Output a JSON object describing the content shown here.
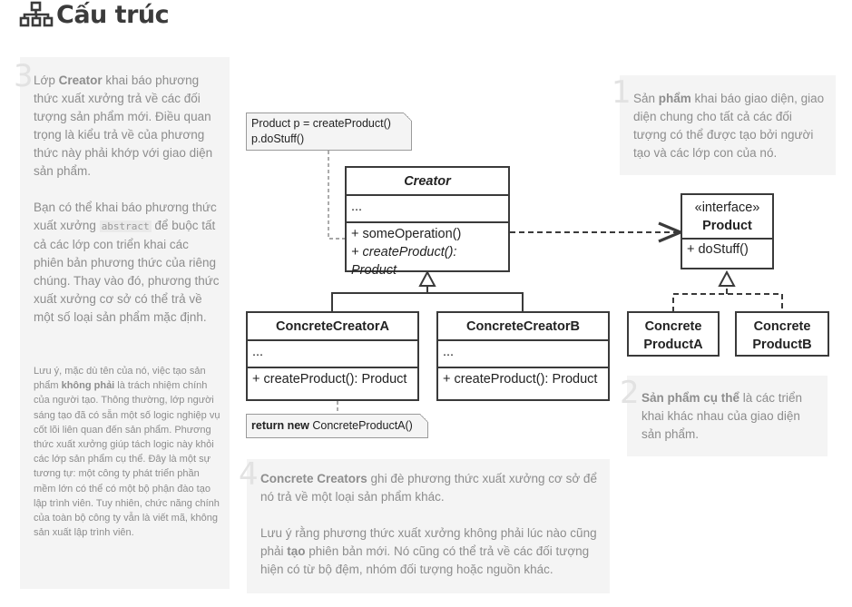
{
  "heading": {
    "icon": "hierarchy-icon",
    "title": "Cấu trúc"
  },
  "notes": {
    "n3": {
      "number": "3",
      "p1": [
        "Lớp ",
        "Creator",
        " khai báo phương thức xuất xưởng trả về các đối tượng sản phẩm mới. Điều quan trọng là kiểu trả về của phương thức này phải khớp với giao diện sản phẩm."
      ],
      "p2": [
        "Bạn có thể khai báo phương thức xuất xưởng ",
        "abstract",
        " để buộc tất cả các lớp con triển khai các phiên bản phương thức của riêng chúng. Thay vào đó, phương thức xuất xưởng cơ sở có thể trả về một số loại sản phẩm mặc định."
      ],
      "p3": [
        "Lưu ý, mặc dù tên của nó, việc tạo sản phẩm ",
        "không phải",
        " là trách nhiệm chính của người tạo. Thông thường, lớp người sáng tạo đã có sẵn một số logic nghiệp vụ cốt lõi liên quan đến sản phẩm. Phương thức xuất xưởng giúp tách logic này khỏi các lớp sản phẩm cụ thể. Đây là một sự tương tự: một công ty phát triển phần mềm lớn có thể có một bộ phận đào tạo lập trình viên. Tuy nhiên, chức năng chính của toàn bộ công ty vẫn là viết mã, không sản xuất lập trình viên."
      ]
    },
    "n1": {
      "number": "1",
      "parts": [
        "Sản ",
        "phẩm",
        " khai báo giao diện, giao diện chung cho tất cả các đối tượng có thể được tạo bởi người tạo và các lớp con của nó."
      ]
    },
    "n2": {
      "number": "2",
      "parts": [
        "Sản phẩm cụ thể",
        " là các triển khai khác nhau của giao diện sản phẩm."
      ]
    },
    "n4": {
      "number": "4",
      "p1": [
        "Concrete Creators",
        " ghi đè phương thức xuất xưởng cơ sở để nó trả về một loại sản phẩm khác."
      ],
      "p2": [
        "Lưu ý rằng phương thức xuất xưởng không phải lúc nào cũng phải ",
        "tạo",
        " phiên bản mới. Nó cũng có thể trả về các đối tượng hiện có từ bộ đệm, nhóm đối tượng hoặc nguồn khác."
      ]
    }
  },
  "annotations": {
    "top": [
      "Product p = createProduct()",
      "p.doStuff()"
    ],
    "bottom": [
      "return new",
      " ConcreteProductA()"
    ]
  },
  "classes": {
    "creator": {
      "name": "Creator",
      "fields": "...",
      "methods": [
        "+ someOperation()",
        "+ createProduct(): Product"
      ]
    },
    "concrete_creator_a": {
      "name": "ConcreteCreatorA",
      "fields": "...",
      "methods": [
        "+ createProduct(): Product"
      ]
    },
    "concrete_creator_b": {
      "name": "ConcreteCreatorB",
      "fields": "...",
      "methods": [
        "+ createProduct(): Product"
      ]
    },
    "product": {
      "stereotype": "«interface»",
      "name": "Product",
      "methods": [
        "+ doStuff()"
      ]
    },
    "concrete_product_a": {
      "name": [
        "Concrete",
        "ProductA"
      ]
    },
    "concrete_product_b": {
      "name": [
        "Concrete",
        "ProductB"
      ]
    }
  }
}
